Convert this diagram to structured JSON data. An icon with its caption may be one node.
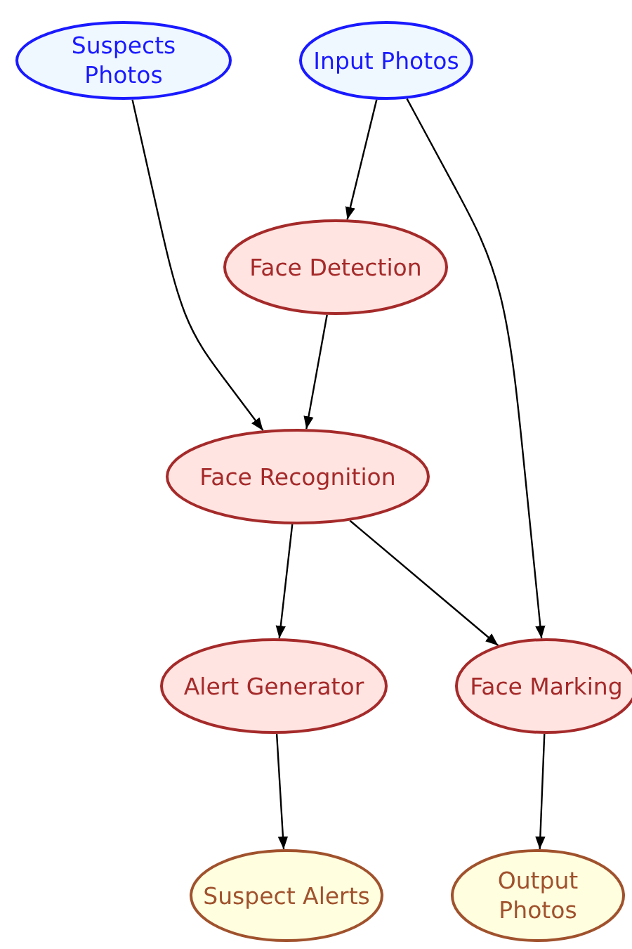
{
  "diagram": {
    "nodes": [
      {
        "text": [
          "Suspects Photos"
        ]
      },
      {
        "text": [
          "Input Photos"
        ]
      },
      {
        "text": [
          "Face Detection"
        ]
      },
      {
        "text": [
          "Face Recognition"
        ]
      },
      {
        "text": [
          "Alert Generator"
        ]
      },
      {
        "text": [
          "Face Marking"
        ]
      },
      {
        "text": [
          "Suspect Alerts"
        ]
      },
      {
        "text": [
          "Output Photos"
        ]
      }
    ],
    "edges": [
      {
        "from": 0,
        "to": 3,
        "arrow": "to"
      },
      {
        "from": 1,
        "to": 2,
        "arrow": "to"
      },
      {
        "from": 1,
        "to": 5,
        "arrow": "to"
      },
      {
        "from": 2,
        "to": 3,
        "arrow": "to"
      },
      {
        "from": 3,
        "to": 4,
        "arrow": "to"
      },
      {
        "from": 3,
        "to": 5,
        "arrow": "to"
      },
      {
        "from": 4,
        "to": 6,
        "arrow": "to"
      },
      {
        "from": 5,
        "to": 7,
        "arrow": "to"
      }
    ]
  }
}
